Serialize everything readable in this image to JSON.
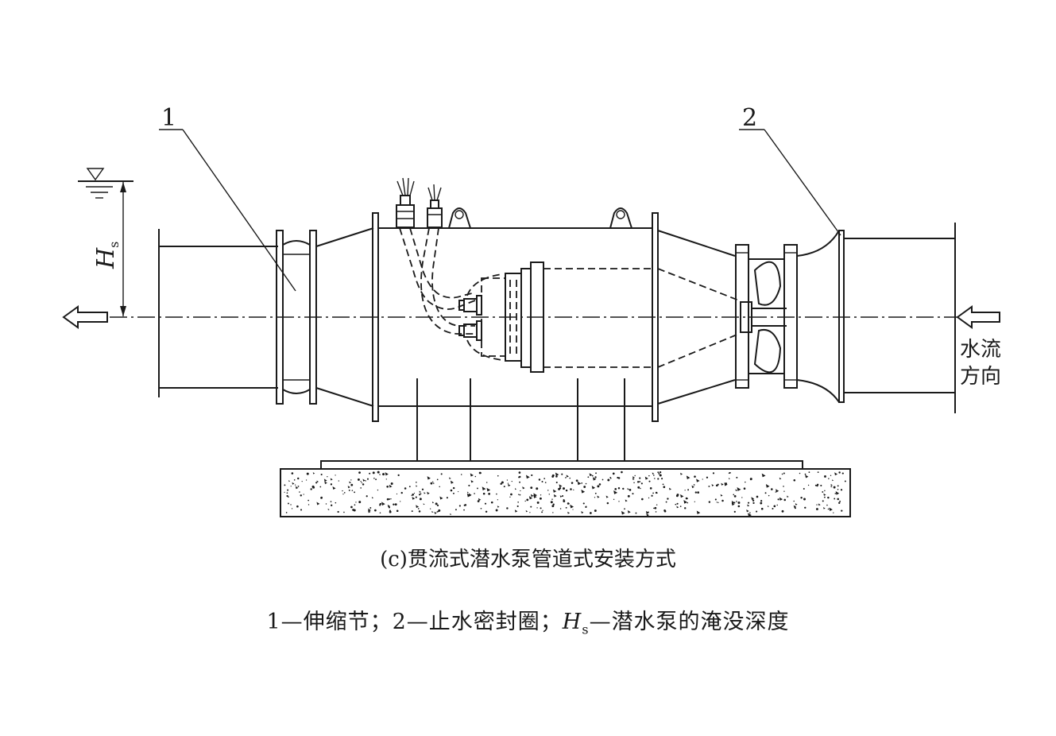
{
  "diagram": {
    "labels": {
      "part1": "1",
      "part2": "2",
      "depth_symbol": "H",
      "depth_subscript": "s",
      "flow_line1": "水流",
      "flow_line2": "方向"
    },
    "caption": "(c)贯流式潜水泵管道式安装方式",
    "legend": {
      "item1": "1—伸缩节；2—止水密封圈；",
      "symbol": "H",
      "subscript": "s",
      "item2": "—潜水泵的淹没深度"
    }
  }
}
